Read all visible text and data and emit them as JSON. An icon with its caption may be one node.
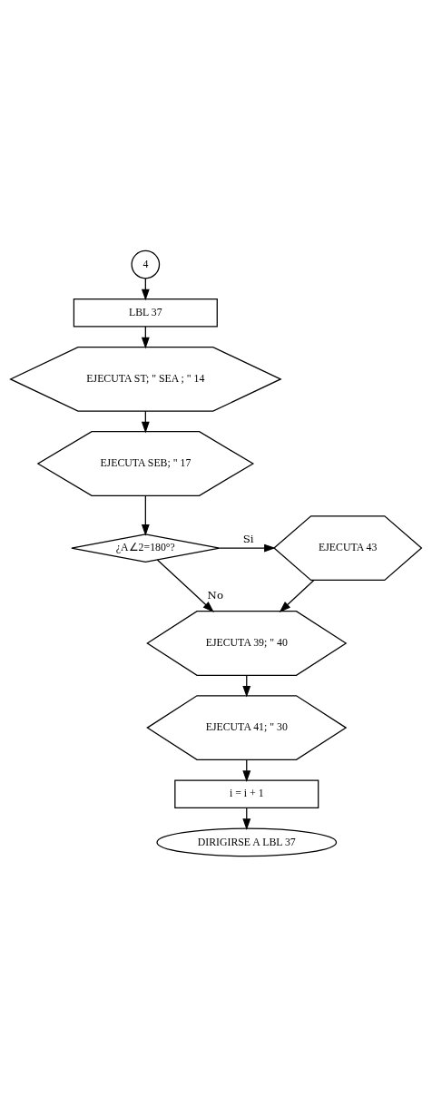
{
  "diagram": {
    "nodes": [
      {
        "text": [
          "4"
        ]
      },
      {
        "text": [
          "LBL 37"
        ]
      },
      {
        "text": [
          "EJECUTA ST; \" SEA ; \" 14"
        ]
      },
      {
        "text": [
          "EJECUTA SEB; \" 17"
        ]
      },
      {
        "text": [
          "¿A∠2=180°?"
        ]
      },
      {
        "text": [
          "EJECUTA 43"
        ]
      },
      {
        "text": [
          "EJECUTA 39; \" 40"
        ]
      },
      {
        "text": [
          "EJECUTA 41; \" 30"
        ]
      },
      {
        "text": [
          "i = i + 1"
        ]
      },
      {
        "text": [
          "DIRIGIRSE A LBL 37"
        ]
      }
    ],
    "edges": [
      {
        "from": 0,
        "to": 1,
        "arrow": "to"
      },
      {
        "from": 1,
        "to": 2,
        "arrow": "to"
      },
      {
        "from": 2,
        "to": 3,
        "arrow": "to"
      },
      {
        "from": 3,
        "to": 4,
        "arrow": "to"
      },
      {
        "from": 4,
        "to": 5,
        "arrow": "to",
        "label": "Si"
      },
      {
        "from": 4,
        "to": 6,
        "arrow": "to",
        "label": "No"
      },
      {
        "from": 5,
        "to": 6,
        "arrow": "to"
      },
      {
        "from": 6,
        "to": 7,
        "arrow": "to"
      },
      {
        "from": 7,
        "to": 8,
        "arrow": "to"
      },
      {
        "from": 8,
        "to": 9,
        "arrow": "to"
      }
    ]
  }
}
